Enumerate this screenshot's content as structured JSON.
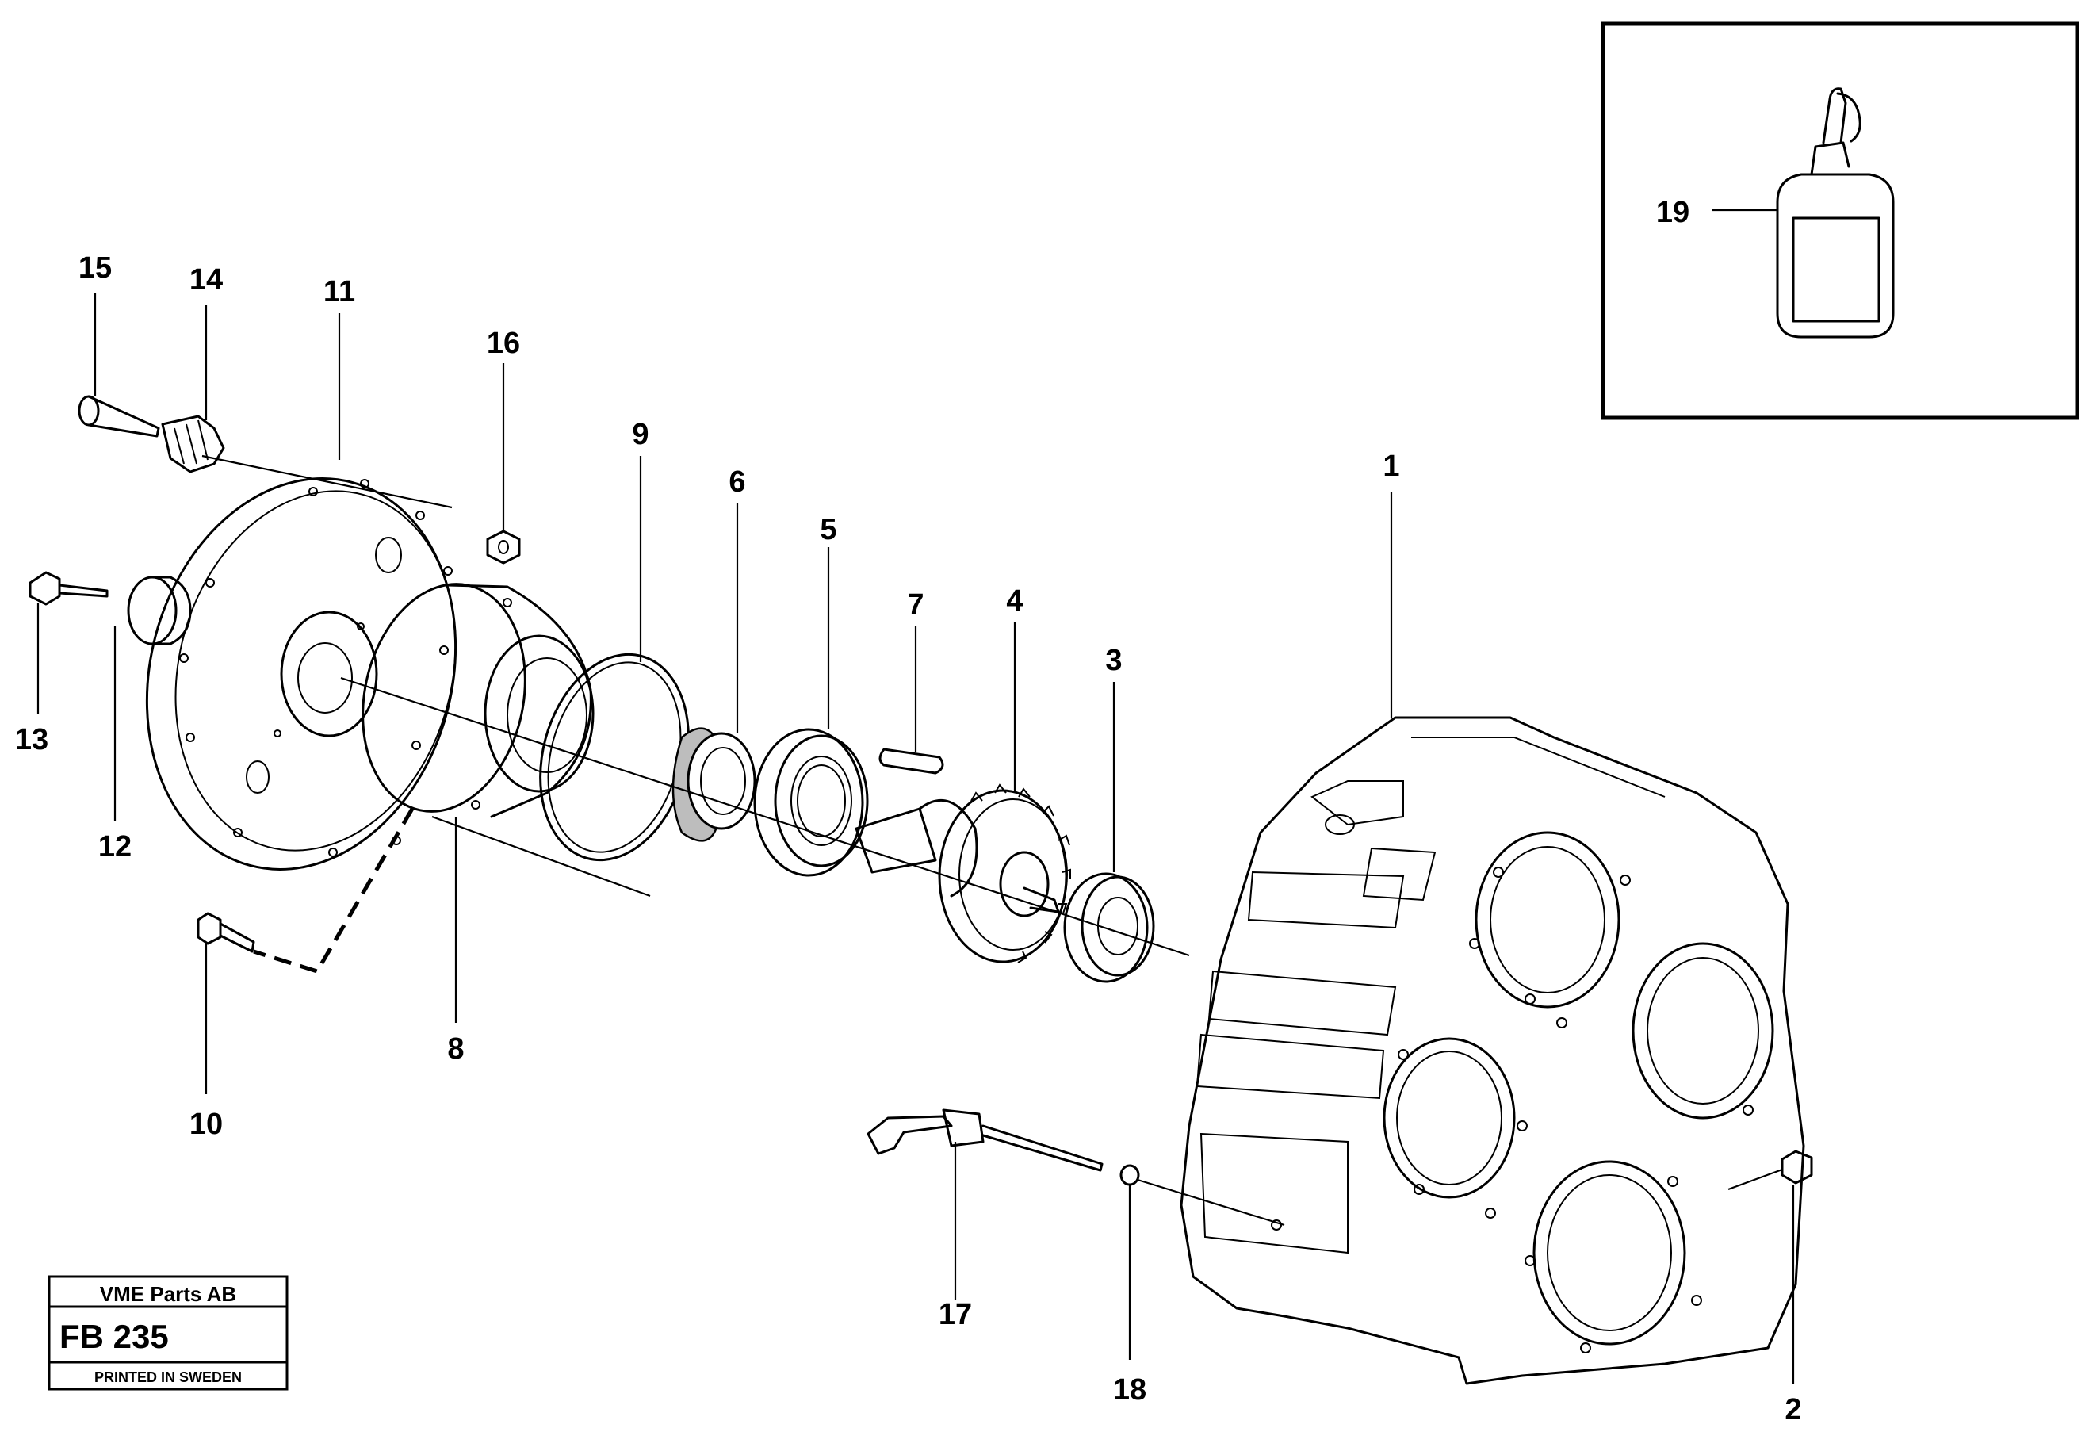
{
  "callouts": {
    "c1": "1",
    "c2": "2",
    "c3": "3",
    "c4": "4",
    "c5": "5",
    "c6": "6",
    "c7": "7",
    "c8": "8",
    "c9": "9",
    "c10": "10",
    "c11": "11",
    "c12": "12",
    "c13": "13",
    "c14": "14",
    "c15": "15",
    "c16": "16",
    "c17": "17",
    "c18": "18",
    "c19": "19"
  },
  "stamp": {
    "company": "VME Parts AB",
    "code": "FB 235",
    "printed": "PRINTED IN SWEDEN"
  }
}
